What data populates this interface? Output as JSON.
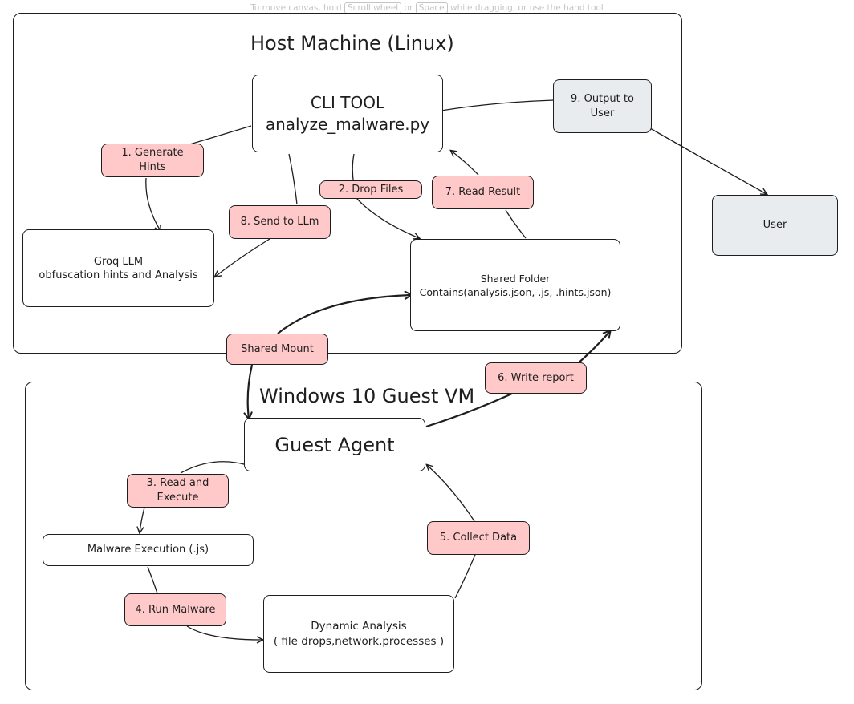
{
  "canvas_hint": {
    "pre": "To move canvas, hold",
    "key1": "Scroll wheel",
    "mid": "or",
    "key2": "Space",
    "post": "while dragging, or use the hand tool"
  },
  "frames": {
    "host_title": "Host Machine (Linux)",
    "guest_title": "Windows 10 Guest VM"
  },
  "nodes": {
    "cli_line1": "CLI TOOL",
    "cli_line2": "analyze_malware.py",
    "groq_line1": "Groq LLM",
    "groq_line2": "obfuscation hints and Analysis",
    "shared_line1": "Shared Folder",
    "shared_line2": "Contains(analysis.json, .js, .hints.json)",
    "output_line1": "9. Output to",
    "output_line2": "User",
    "user": "User",
    "guest_agent": "Guest Agent",
    "malware_exec": "Malware Execution (.js)",
    "dynamic_line1": "Dynamic Analysis",
    "dynamic_line2": "( file drops,network,processes )"
  },
  "steps": {
    "generate_line1": "1. Generate",
    "generate_line2": "Hints",
    "drop_files": "2. Drop Files",
    "read_execute_line1": "3. Read and",
    "read_execute_line2": "Execute",
    "run_malware": "4. Run Malware",
    "collect_data": "5. Collect Data",
    "write_report": "6. Write report",
    "read_result": "7. Read Result",
    "send_llm": "8. Send to LLm",
    "shared_mount": "Shared Mount"
  },
  "colors": {
    "step_fill": "#ffc9c9",
    "output_fill": "#e9ecef",
    "stroke": "#1e1e1e"
  }
}
